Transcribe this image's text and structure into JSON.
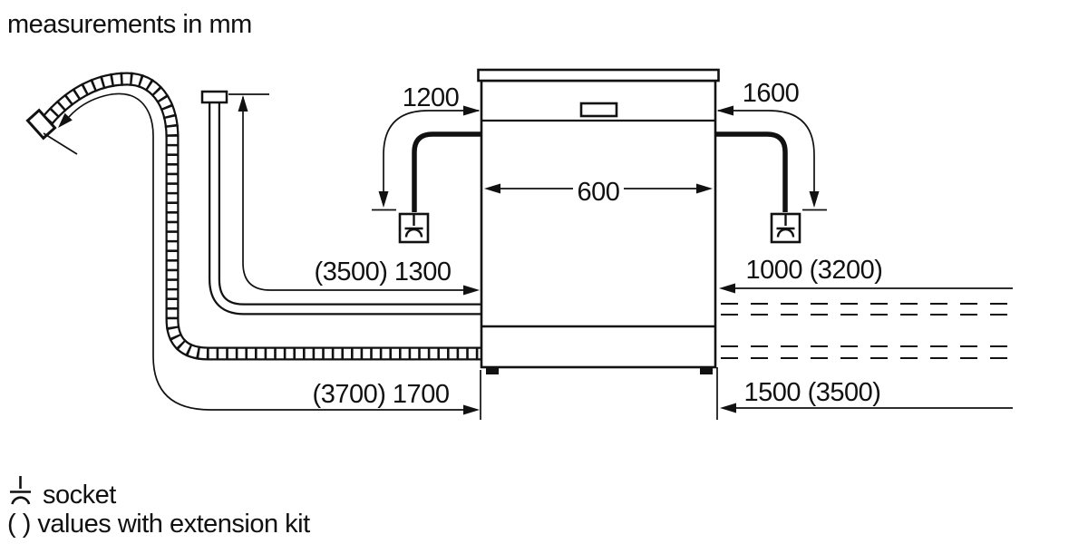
{
  "title": "measurements in mm",
  "diagram": {
    "appliance_width": "600",
    "dimensions": {
      "power_cord_left": "1200",
      "power_cord_right": "1600",
      "supply_hose_left": "(3500) 1300",
      "supply_hose_right": "1000 (3200)",
      "drain_hose_left": "(3700) 1700",
      "drain_hose_right": "1500 (3500)"
    }
  },
  "legend": {
    "socket": "socket",
    "extension": "( ) values with extension kit"
  },
  "colors": {
    "line": "#111111",
    "background": "#ffffff"
  }
}
